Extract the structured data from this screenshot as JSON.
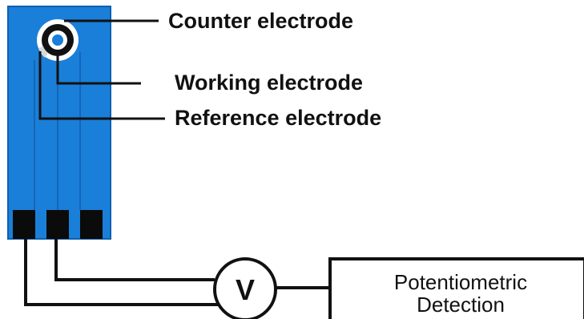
{
  "labels": {
    "counter": "Counter electrode",
    "working": "Working electrode",
    "reference": "Reference electrode"
  },
  "meter": {
    "symbol": "V"
  },
  "detector": {
    "line1": "Potentiometric",
    "line2": "Detection"
  },
  "colors": {
    "strip": "#1a7fd8",
    "strip_edge": "#0d5fb0",
    "contacts": "#0b0b0b",
    "lines": "#111111"
  }
}
